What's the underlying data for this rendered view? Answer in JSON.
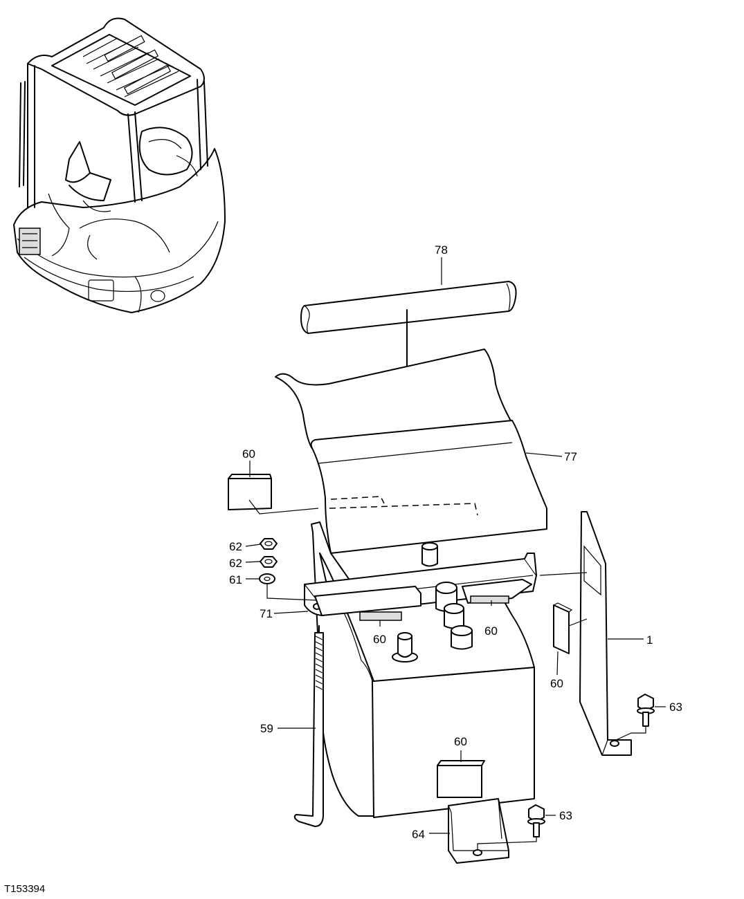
{
  "figure_id": "T153394",
  "callouts": {
    "c78": "78",
    "c77": "77",
    "c60a": "60",
    "c62a": "62",
    "c62b": "62",
    "c61": "61",
    "c71": "71",
    "c60b": "60",
    "c60c": "60",
    "c60d": "60",
    "c1": "1",
    "c63a": "63",
    "c59": "59",
    "c60e": "60",
    "c63b": "63",
    "c64": "64"
  }
}
